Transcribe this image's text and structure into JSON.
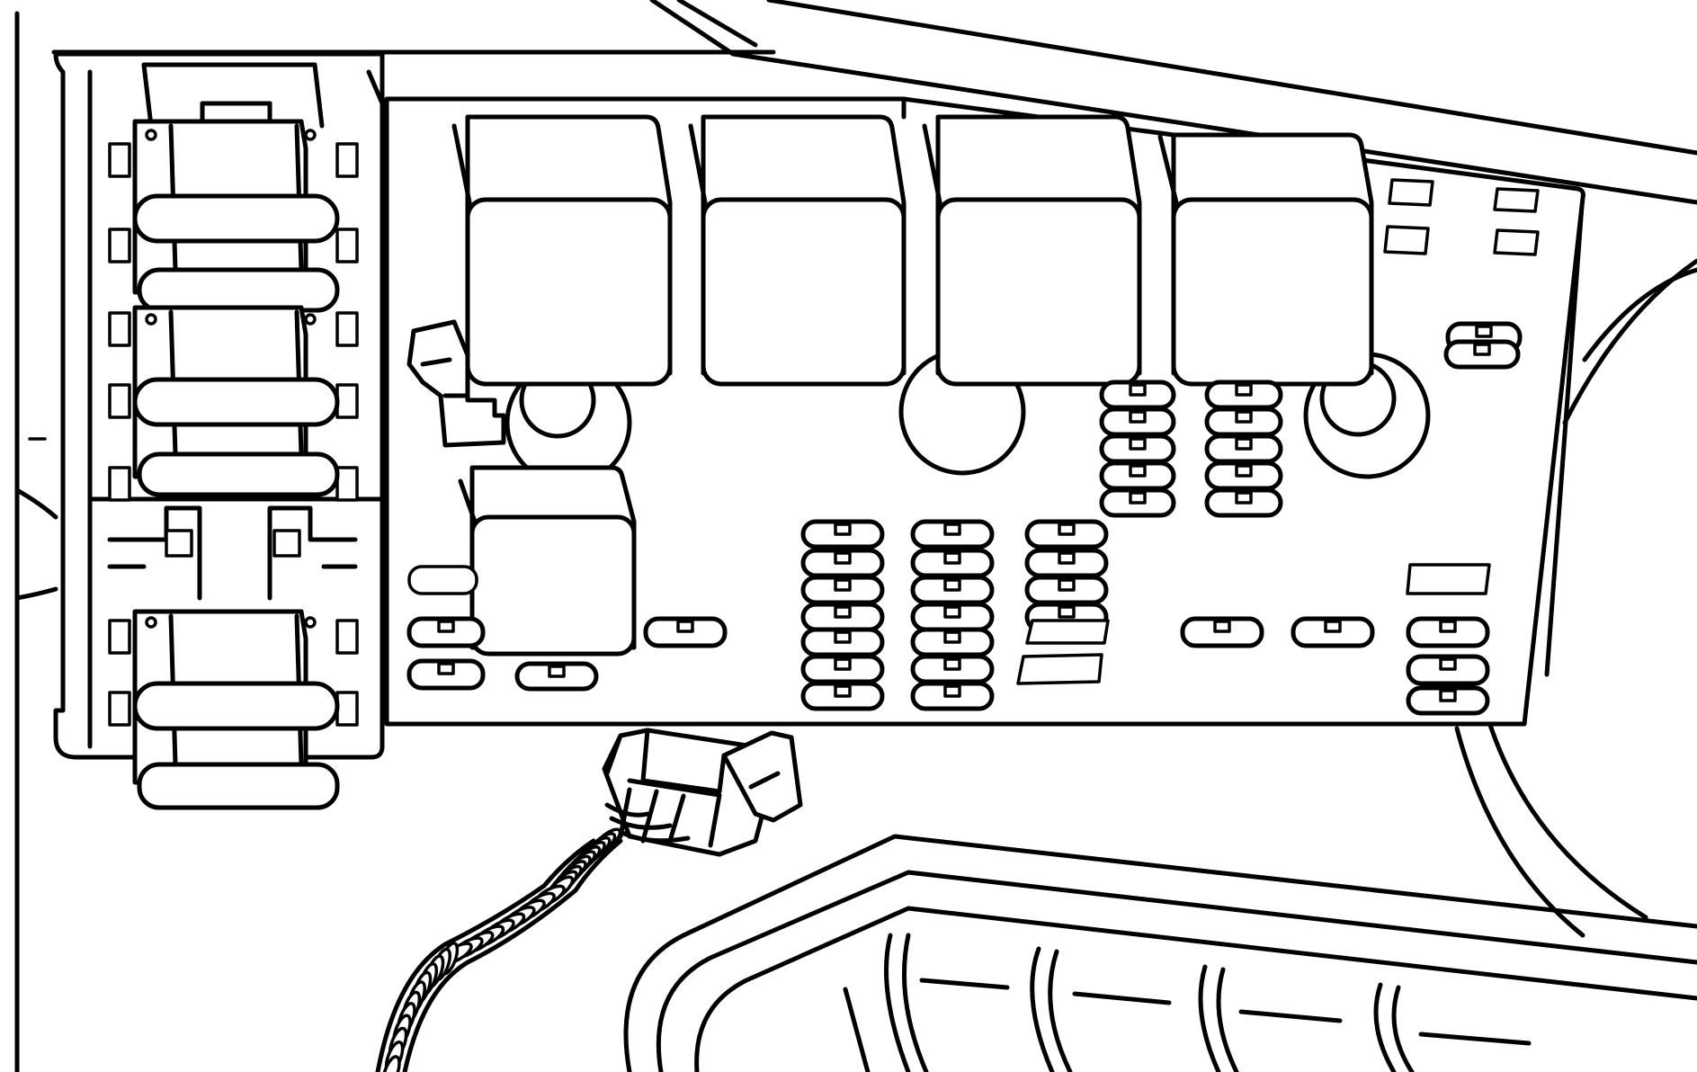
{
  "diagram": {
    "kind": "line-illustration",
    "subject": "underhood-fuse-relay-block",
    "stroke_color": "#000000",
    "background_color": "#ffffff"
  },
  "components": {
    "large_relays": 4,
    "small_relays": 1,
    "maxi_fuse_pairs": 3,
    "mini_fuse_columns": 5,
    "standalone_mini_fuses": 5,
    "round_terminal_studs": 3
  }
}
